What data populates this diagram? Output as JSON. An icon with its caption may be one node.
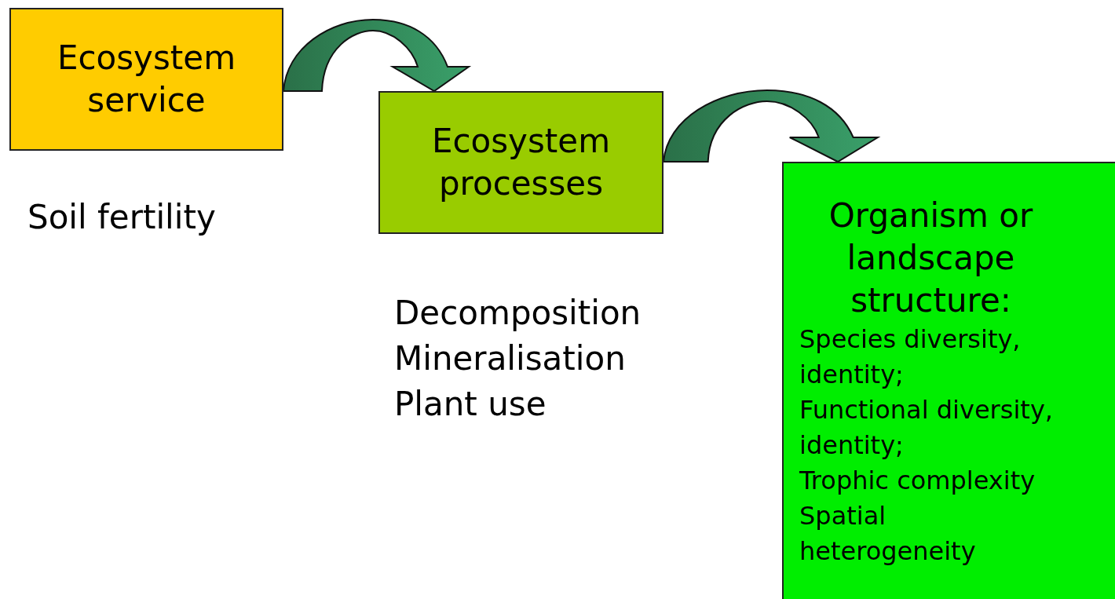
{
  "diagram": {
    "nodes": [
      {
        "text": [
          "Ecosystem service"
        ],
        "beside": [
          "Soil fertility"
        ]
      },
      {
        "text": [
          "Ecosystem processes"
        ],
        "beside": [
          "Decomposition",
          "Mineralisation",
          "Plant use"
        ]
      },
      {
        "text": [
          "Organism or landscape structure:",
          "Species diversity, identity;",
          "Functional diversity, identity;",
          "Trophic complexity",
          "Spatial heterogeneity"
        ]
      }
    ],
    "edges": [
      {
        "from": 0,
        "to": 1,
        "arrow": "to",
        "style": "thick"
      },
      {
        "from": 1,
        "to": 2,
        "arrow": "to",
        "style": "thick"
      }
    ]
  }
}
